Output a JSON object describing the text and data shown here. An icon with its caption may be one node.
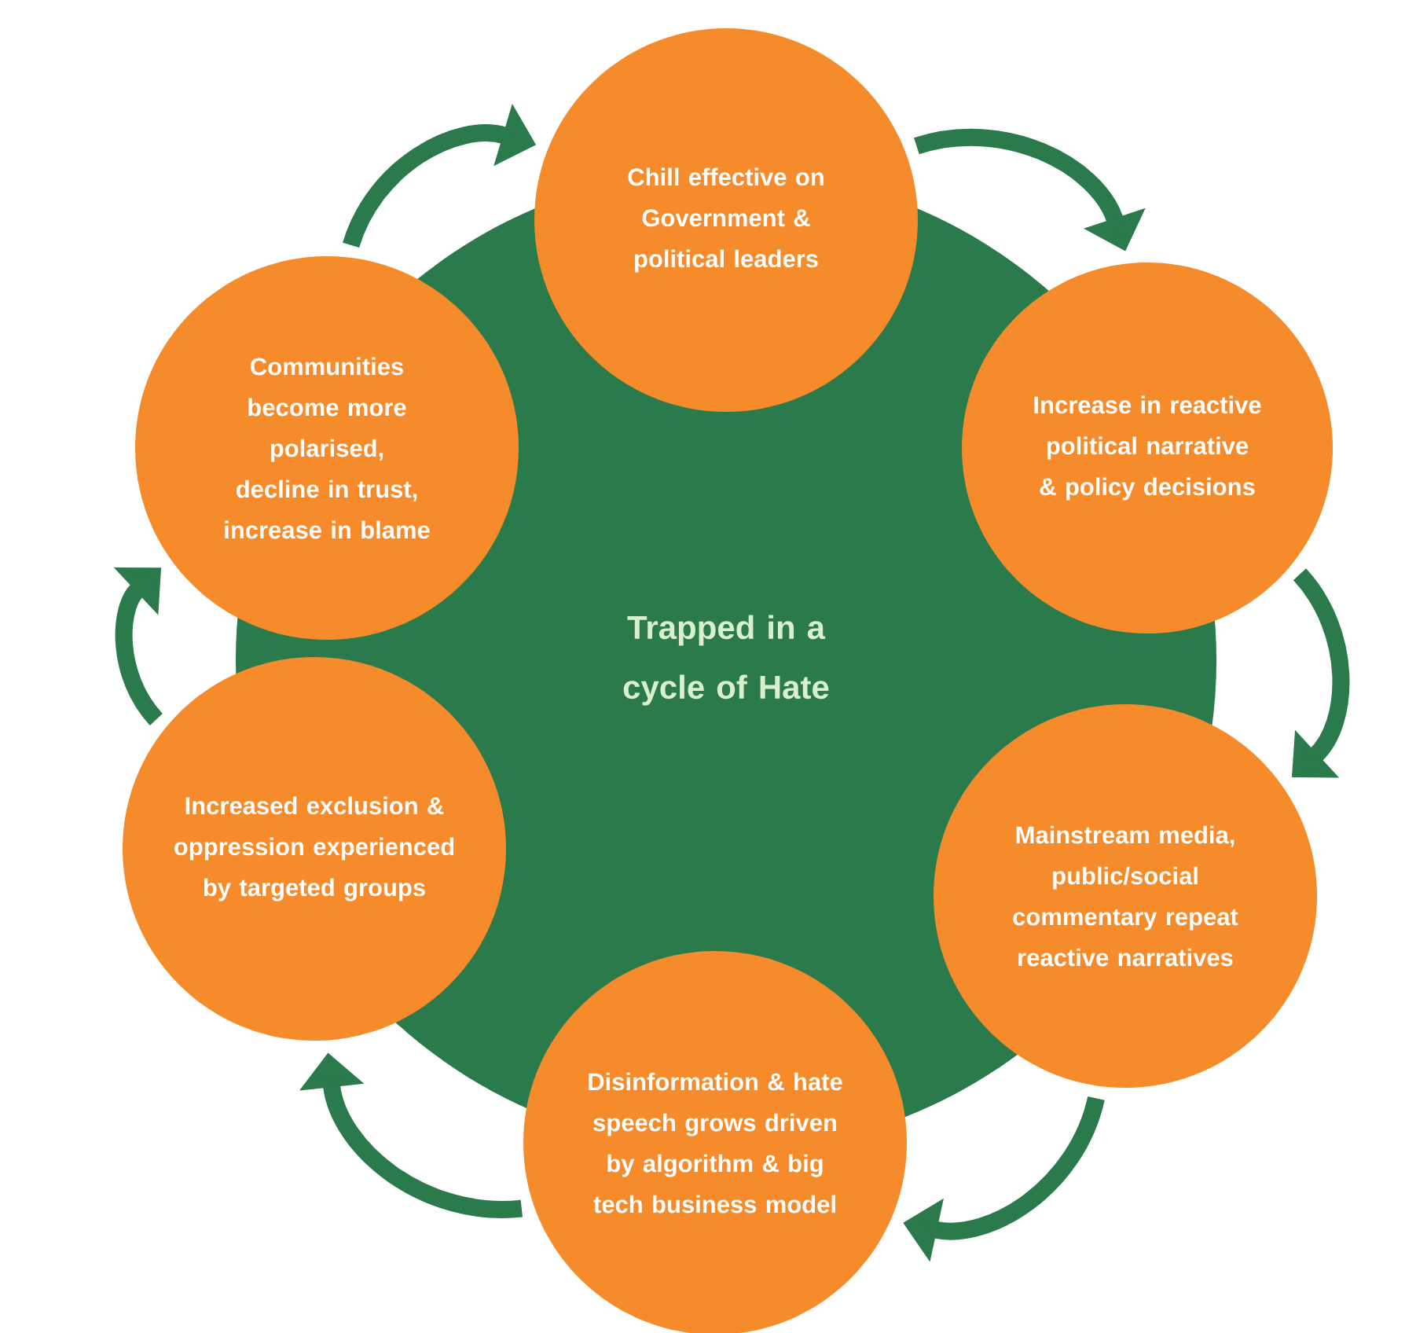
{
  "diagram": {
    "nodes": [
      {
        "text": [
          "Trapped in a cycle of Hate"
        ]
      },
      {
        "text": [
          "Chill effective on Government & political leaders"
        ]
      },
      {
        "text": [
          "Increase in reactive political narrative & policy decisions"
        ]
      },
      {
        "text": [
          "Mainstream media, public/social commentary repeat reactive narratives"
        ]
      },
      {
        "text": [
          "Disinformation & hate speech grows driven by algorithm & big tech business model"
        ]
      },
      {
        "text": [
          "Increased exclusion & oppression experienced by targeted groups"
        ]
      },
      {
        "text": [
          "Communities become more polarised, decline in trust, increase in blame"
        ]
      }
    ],
    "edges": [
      {
        "from": 1,
        "to": 2,
        "arrow": "to"
      },
      {
        "from": 2,
        "to": 3,
        "arrow": "to"
      },
      {
        "from": 3,
        "to": 4,
        "arrow": "to"
      },
      {
        "from": 4,
        "to": 5,
        "arrow": "to"
      },
      {
        "from": 5,
        "to": 6,
        "arrow": "to"
      },
      {
        "from": 6,
        "to": 1,
        "arrow": "to"
      }
    ]
  }
}
